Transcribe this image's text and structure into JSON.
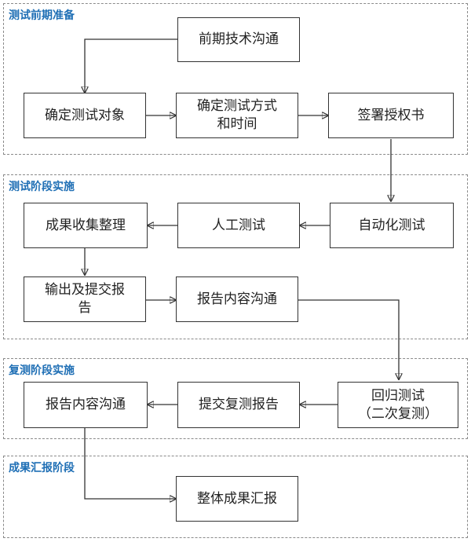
{
  "phases": [
    {
      "title": "测试前期准备"
    },
    {
      "title": "测试阶段实施"
    },
    {
      "title": "复测阶段实施"
    },
    {
      "title": "成果汇报阶段"
    }
  ],
  "nodes": {
    "pre_comm": "前期技术沟通",
    "confirm_target": "确定测试对象",
    "confirm_method": "确定测试方式\n和时间",
    "sign_auth": "签署授权书",
    "collect": "成果收集整理",
    "manual_test": "人工测试",
    "auto_test": "自动化测试",
    "output_report": "输出及提交报\n告",
    "report_comm": "报告内容沟通",
    "retest_comm": "报告内容沟通",
    "submit_retest": "提交复测报告",
    "regression": "回归测试\n（二次复测）",
    "summary": "整体成果汇报"
  }
}
